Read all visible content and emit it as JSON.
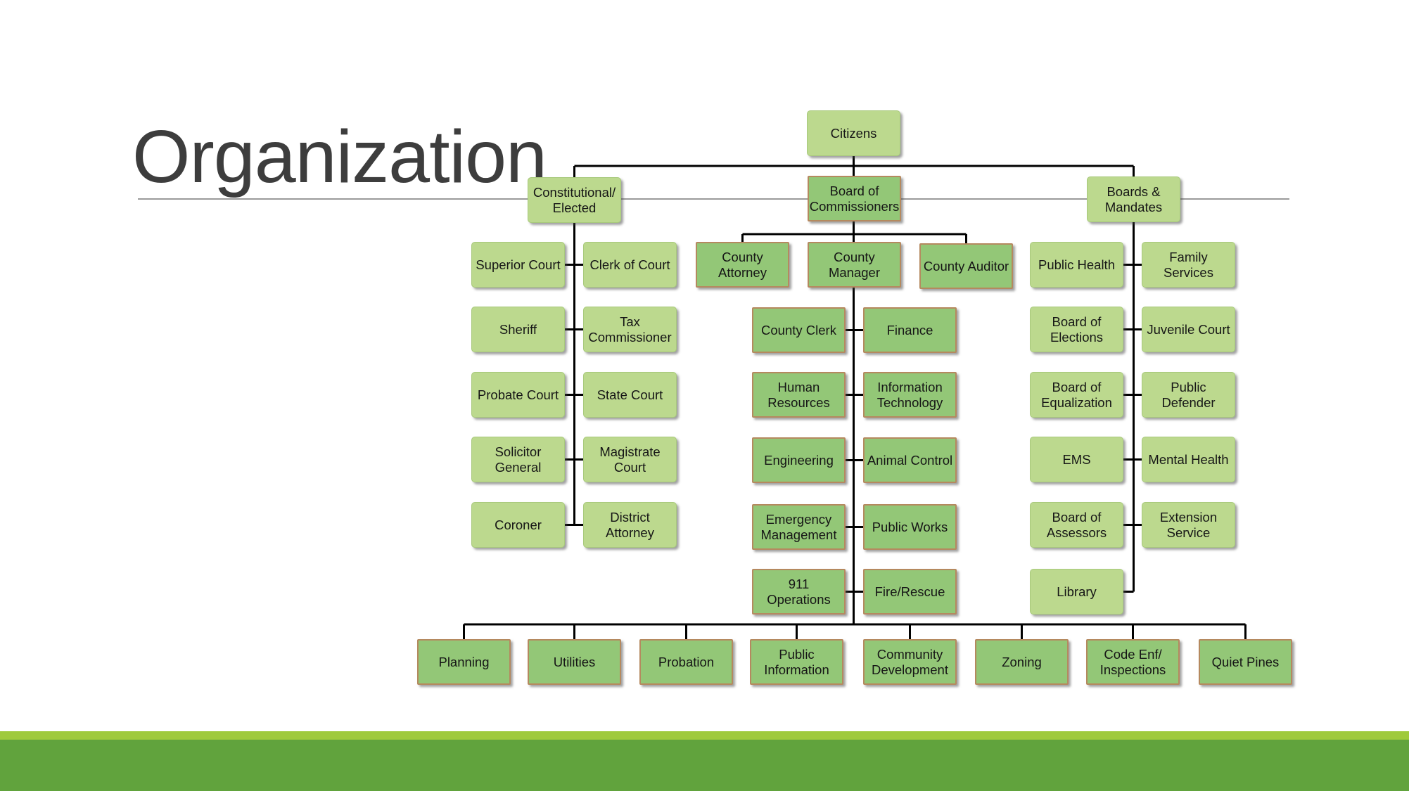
{
  "title": "Organization",
  "chart": {
    "root": "Citizens",
    "constitutional": {
      "head": "Constitutional/\nElected",
      "rows": [
        [
          "Superior Court",
          "Clerk of Court"
        ],
        [
          "Sheriff",
          "Tax\nCommissioner"
        ],
        [
          "Probate Court",
          "State Court"
        ],
        [
          "Solicitor\nGeneral",
          "Magistrate\nCourt"
        ],
        [
          "Coroner",
          "District\nAttorney"
        ]
      ]
    },
    "commissioners": {
      "head": "Board of\nCommissioners",
      "officers": [
        "County\nAttorney",
        "County\nManager",
        "County Auditor"
      ],
      "departments": [
        [
          "County Clerk",
          "Finance"
        ],
        [
          "Human\nResources",
          "Information\nTechnology"
        ],
        [
          "Engineering",
          "Animal Control"
        ],
        [
          "Emergency\nManagement",
          "Public Works"
        ],
        [
          "911\nOperations",
          "Fire/Rescue"
        ]
      ]
    },
    "boards": {
      "head": "Boards &\nMandates",
      "rows": [
        [
          "Public Health",
          "Family Services"
        ],
        [
          "Board of\nElections",
          "Juvenile Court"
        ],
        [
          "Board of\nEqualization",
          "Public\nDefender"
        ],
        [
          "EMS",
          "Mental Health"
        ],
        [
          "Board of\nAssessors",
          "Extension\nService"
        ]
      ],
      "tail": "Library"
    },
    "bottom_row": [
      "Planning",
      "Utilities",
      "Probation",
      "Public\nInformation",
      "Community\nDevelopment",
      "Zoning",
      "Code Enf/\nInspections",
      "Quiet Pines"
    ]
  },
  "colors": {
    "light_box_fill": "#bcd98e",
    "dark_box_fill": "#93c777",
    "dark_box_border": "#b5895f",
    "connector_line": "#000000",
    "title_text": "#3d3d3d",
    "footer_stripe": "#9fca3c",
    "footer_bar": "#61a33d"
  }
}
